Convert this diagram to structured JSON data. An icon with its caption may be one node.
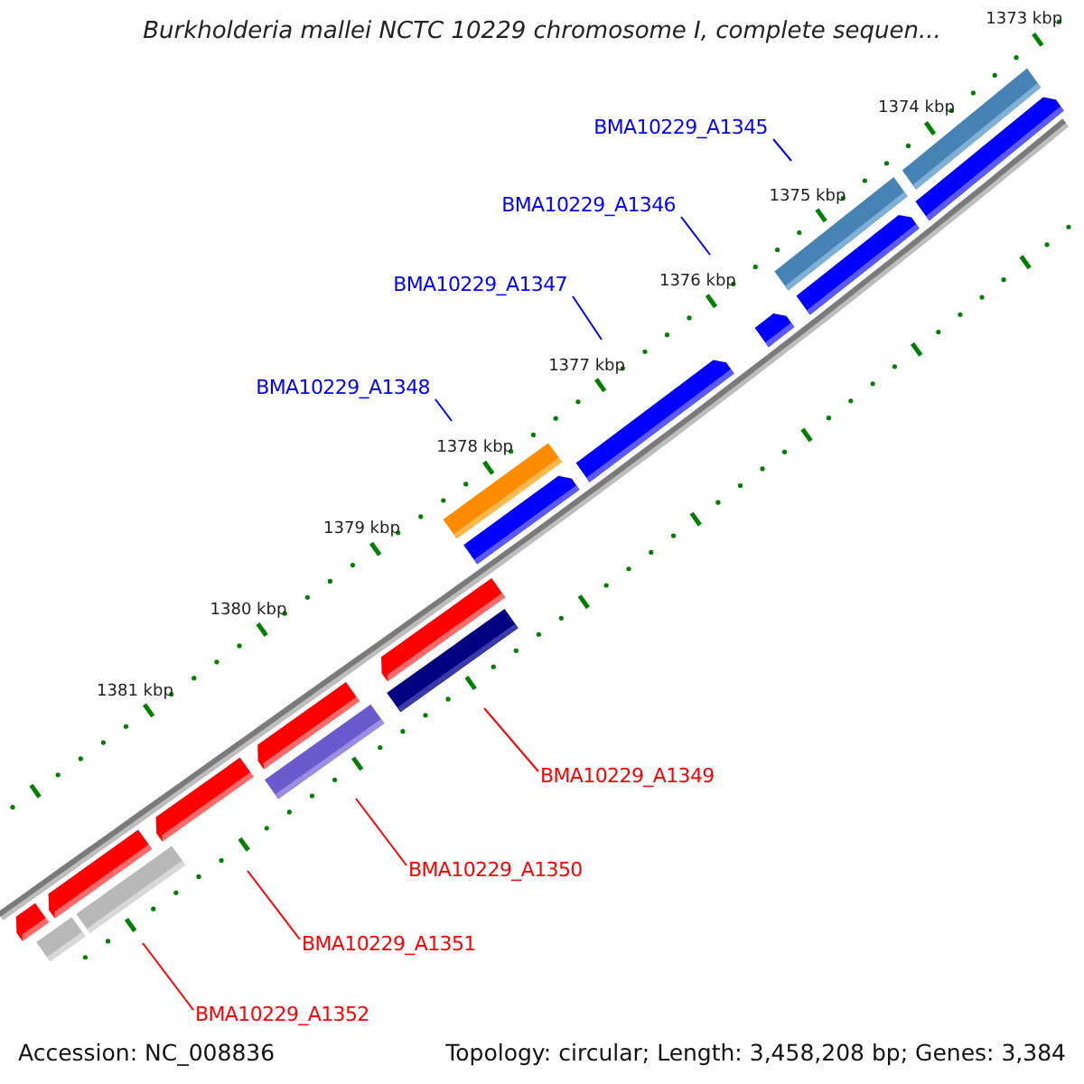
{
  "diagram": {
    "title": "Burkholderia mallei NCTC 10229 chromosome I, complete sequen...",
    "nodes": [
      {
        "text": [
          "BMA10229_A1345"
        ]
      },
      {
        "text": [
          "BMA10229_A1346"
        ]
      },
      {
        "text": [
          "BMA10229_A1347"
        ]
      },
      {
        "text": [
          "BMA10229_A1348"
        ]
      },
      {
        "text": [
          "BMA10229_A1349"
        ]
      },
      {
        "text": [
          "BMA10229_A1350"
        ]
      },
      {
        "text": [
          "BMA10229_A1351"
        ]
      },
      {
        "text": [
          "BMA10229_A1352"
        ]
      }
    ],
    "edges": [
      {
        "from": 0,
        "to": null,
        "arrow": "none",
        "color": "#0000ff"
      },
      {
        "from": 1,
        "to": null,
        "arrow": "none",
        "color": "#0000ff"
      },
      {
        "from": 2,
        "to": null,
        "arrow": "none",
        "color": "#0000ff"
      },
      {
        "from": 3,
        "to": null,
        "arrow": "none",
        "color": "#0000ff"
      },
      {
        "from": 4,
        "to": null,
        "arrow": "none",
        "color": "#ff0000"
      },
      {
        "from": 5,
        "to": null,
        "arrow": "none",
        "color": "#ff0000"
      },
      {
        "from": 6,
        "to": null,
        "arrow": "none",
        "color": "#ff0000"
      },
      {
        "from": 7,
        "to": null,
        "arrow": "none",
        "color": "#ff0000"
      }
    ],
    "labels": [
      "1373 kbp",
      "1374 kbp",
      "1375 kbp",
      "1376 kbp",
      "1377 kbp",
      "1378 kbp",
      "1379 kbp",
      "1380 kbp",
      "1381 kbp",
      "Accession: NC_008836",
      "Topology: circular; Length: 3,458,208 bp; Genes: 3,384"
    ]
  }
}
